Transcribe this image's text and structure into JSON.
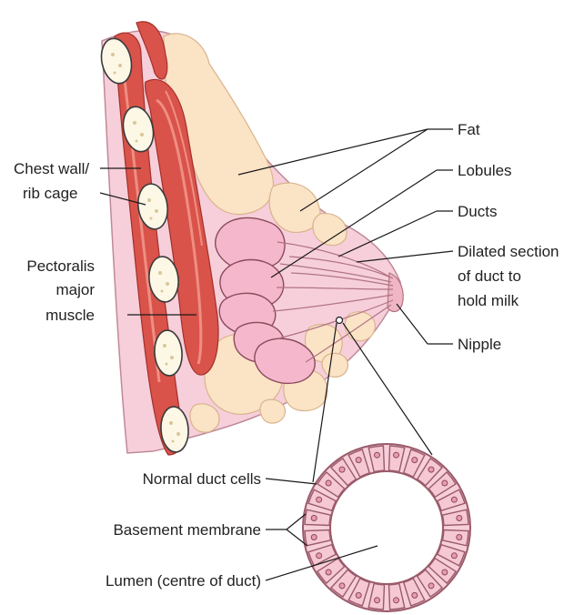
{
  "labels": {
    "chest_wall_line1": "Chest wall/",
    "chest_wall_line2": "rib cage",
    "pectoralis_line1": "Pectoralis",
    "pectoralis_line2": "major",
    "pectoralis_line3": "muscle",
    "fat": "Fat",
    "lobules": "Lobules",
    "ducts": "Ducts",
    "dilated_line1": "Dilated section",
    "dilated_line2": "of duct to",
    "dilated_line3": "hold milk",
    "nipple": "Nipple",
    "normal_duct_cells": "Normal duct cells",
    "basement_membrane": "Basement membrane",
    "lumen": "Lumen (centre of duct)"
  },
  "colors": {
    "breast_tissue": "#f6cfdb",
    "breast_outline": "#c08a98",
    "fat": "#fbe3c6",
    "fat_outline": "#d9b48c",
    "muscle": "#d9534a",
    "muscle_light": "#ef8e82",
    "rib_bone": "#fdf7e6",
    "lobule": "#f4b7cc",
    "lobule_outline": "#8a4a5a",
    "duct_cell": "#f5c8d4",
    "duct_outline": "#9a5a6a"
  }
}
